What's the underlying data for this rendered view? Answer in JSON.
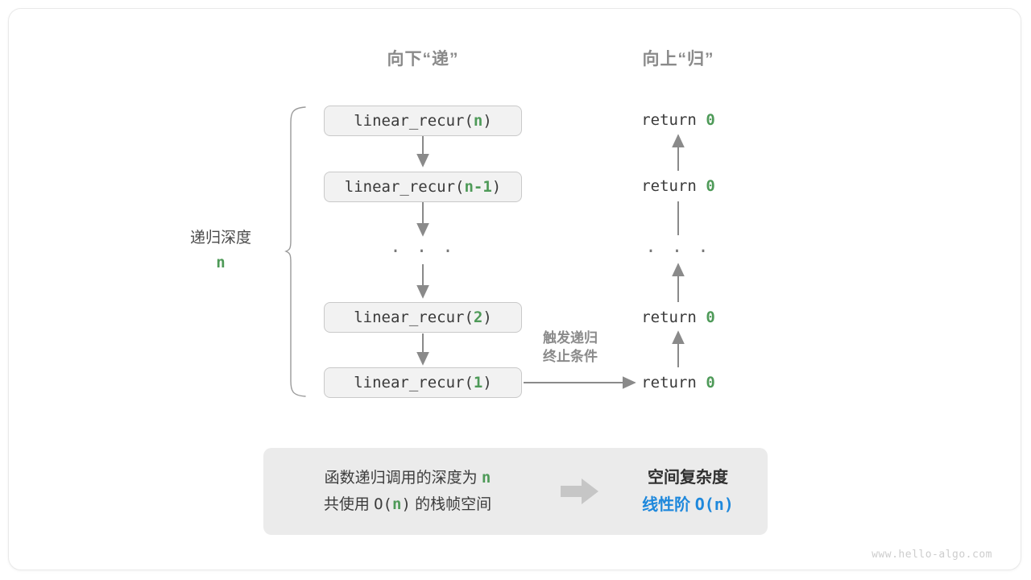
{
  "diagram": {
    "headers": {
      "descend": "向下“递”",
      "ascend": "向上“归”"
    },
    "depth_label": {
      "line1": "递归深度",
      "line2": "n"
    },
    "call_stack": [
      {
        "prefix": "linear_recur(",
        "arg": "n",
        "suffix": ")"
      },
      {
        "prefix": "linear_recur(",
        "arg": "n-1",
        "suffix": ")"
      },
      {
        "prefix": "linear_recur(",
        "arg": "2",
        "suffix": ")"
      },
      {
        "prefix": "linear_recur(",
        "arg": "1",
        "suffix": ")"
      }
    ],
    "ellipsis": "· · ·",
    "returns": [
      {
        "keyword": "return",
        "value": "0"
      },
      {
        "keyword": "return",
        "value": "0"
      },
      {
        "keyword": "return",
        "value": "0"
      },
      {
        "keyword": "return",
        "value": "0"
      }
    ],
    "trigger_note": {
      "line1": "触发递归",
      "line2": "终止条件"
    },
    "summary": {
      "left_line1_a": "函数递归调用的深度为 ",
      "left_line1_n": "n",
      "left_line2_a": "共使用 ",
      "left_line2_b": "O(",
      "left_line2_n": "n",
      "left_line2_c": ")",
      "left_line2_d": " 的栈帧空间",
      "right_line1": "空间复杂度",
      "right_line2_a": "线性阶 ",
      "right_line2_b": "O(n)"
    },
    "watermark": "www.hello-algo.com",
    "colors": {
      "accent_green": "#4e9a58",
      "accent_blue": "#1e88dc",
      "box_fill": "#f2f2f2",
      "box_border": "#c9c9c9",
      "panel_fill": "#ebebeb",
      "line_gray": "#8a8a8a",
      "text_gray": "#8a8a8a"
    }
  }
}
